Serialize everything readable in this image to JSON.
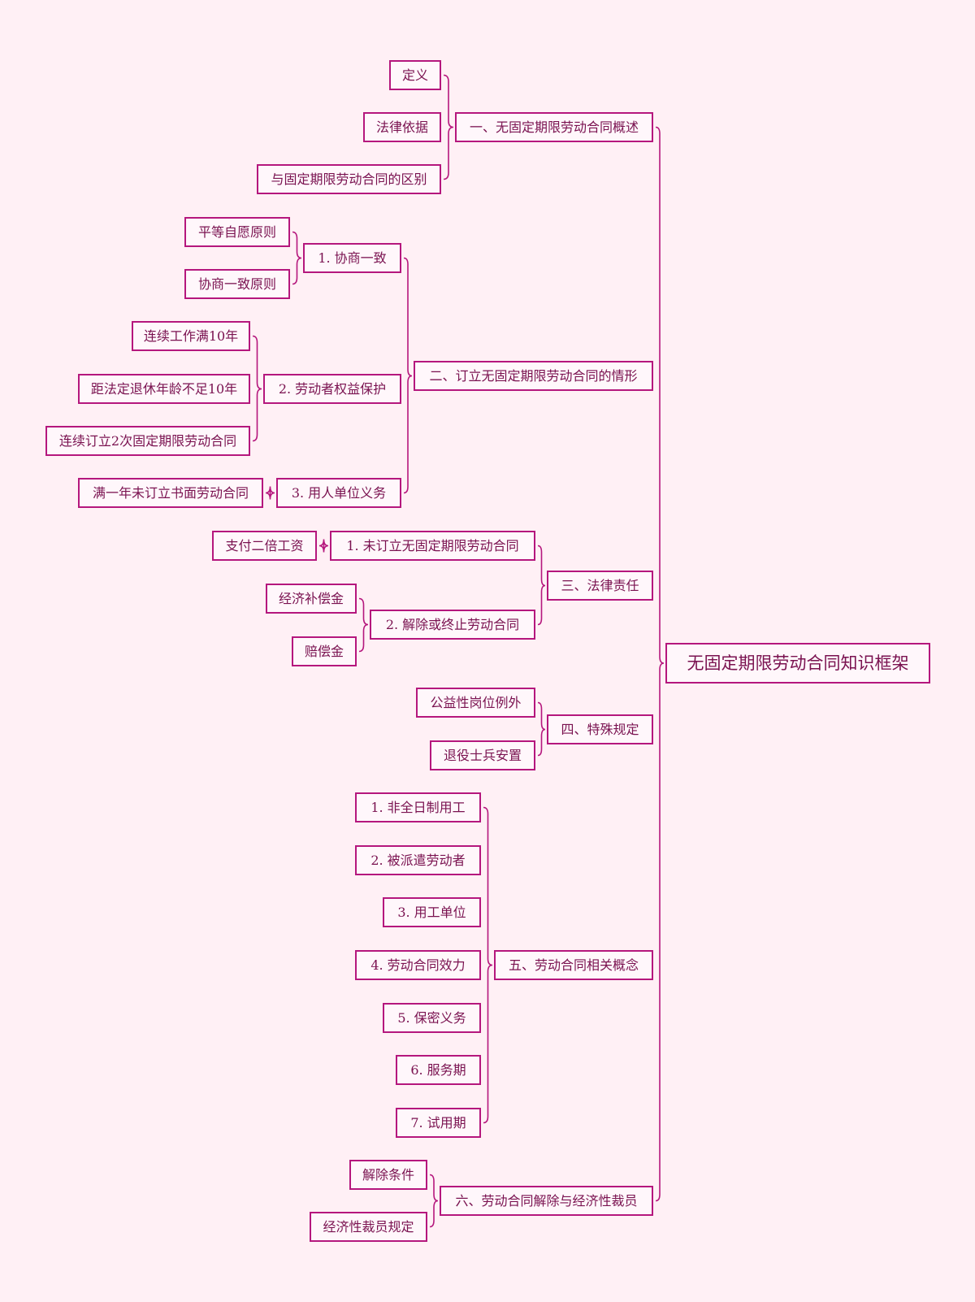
{
  "theme": {
    "stroke": "#b5177d",
    "text": "#7a1250",
    "background": "#fff0f5"
  },
  "root": {
    "label": "无固定期限劳动合同知识框架"
  },
  "sections": [
    {
      "label": "一、无固定期限劳动合同概述",
      "children": [
        {
          "label": "定义"
        },
        {
          "label": "法律依据"
        },
        {
          "label": "与固定期限劳动合同的区别"
        }
      ]
    },
    {
      "label": "二、订立无固定期限劳动合同的情形",
      "children": [
        {
          "label": "1. 协商一致",
          "children": [
            {
              "label": "平等自愿原则"
            },
            {
              "label": "协商一致原则"
            }
          ]
        },
        {
          "label": "2. 劳动者权益保护",
          "children": [
            {
              "label": "连续工作满10年"
            },
            {
              "label": "距法定退休年龄不足10年"
            },
            {
              "label": "连续订立2次固定期限劳动合同"
            }
          ]
        },
        {
          "label": "3. 用人单位义务",
          "children": [
            {
              "label": "满一年未订立书面劳动合同"
            }
          ]
        }
      ]
    },
    {
      "label": "三、法律责任",
      "children": [
        {
          "label": "1. 未订立无固定期限劳动合同",
          "children": [
            {
              "label": "支付二倍工资"
            }
          ]
        },
        {
          "label": "2. 解除或终止劳动合同",
          "children": [
            {
              "label": "经济补偿金"
            },
            {
              "label": "赔偿金"
            }
          ]
        }
      ]
    },
    {
      "label": "四、特殊规定",
      "children": [
        {
          "label": "公益性岗位例外"
        },
        {
          "label": "退役士兵安置"
        }
      ]
    },
    {
      "label": "五、劳动合同相关概念",
      "children": [
        {
          "label": "1. 非全日制用工"
        },
        {
          "label": "2. 被派遣劳动者"
        },
        {
          "label": "3. 用工单位"
        },
        {
          "label": "4. 劳动合同效力"
        },
        {
          "label": "5. 保密义务"
        },
        {
          "label": "6. 服务期"
        },
        {
          "label": "7. 试用期"
        }
      ]
    },
    {
      "label": "六、劳动合同解除与经济性裁员",
      "children": [
        {
          "label": "解除条件"
        },
        {
          "label": "经济性裁员规定"
        }
      ]
    }
  ]
}
